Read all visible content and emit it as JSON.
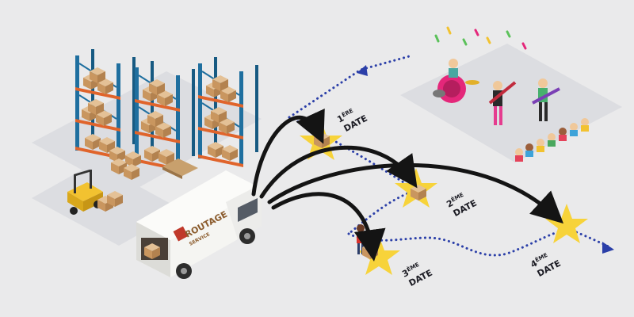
{
  "truck": {
    "brand_line1": "ROUTAGE",
    "brand_line2": "SERVICE"
  },
  "dates": [
    {
      "num": "1",
      "sup": "ÈRE",
      "word": "DATE"
    },
    {
      "num": "2",
      "sup": "ÈME",
      "word": "DATE"
    },
    {
      "num": "3",
      "sup": "ÈME",
      "word": "DATE"
    },
    {
      "num": "4",
      "sup": "ÈME",
      "word": "DATE"
    }
  ],
  "colors": {
    "background": "#eaeaeb",
    "floor": "#dcdde1",
    "star": "#f7d33a",
    "route_dots": "#2b3fa8",
    "arrow": "#141414",
    "rack_blue": "#1f6f9f",
    "rack_orange": "#e0642b",
    "box": "#d2a978",
    "stage_drum": "#e4277a"
  },
  "icons": [
    "warehouse-rack-icon",
    "forklift-icon",
    "delivery-truck-icon",
    "star-marker-icon",
    "concert-stage-icon",
    "delivery-person-icon",
    "pallet-icon"
  ]
}
